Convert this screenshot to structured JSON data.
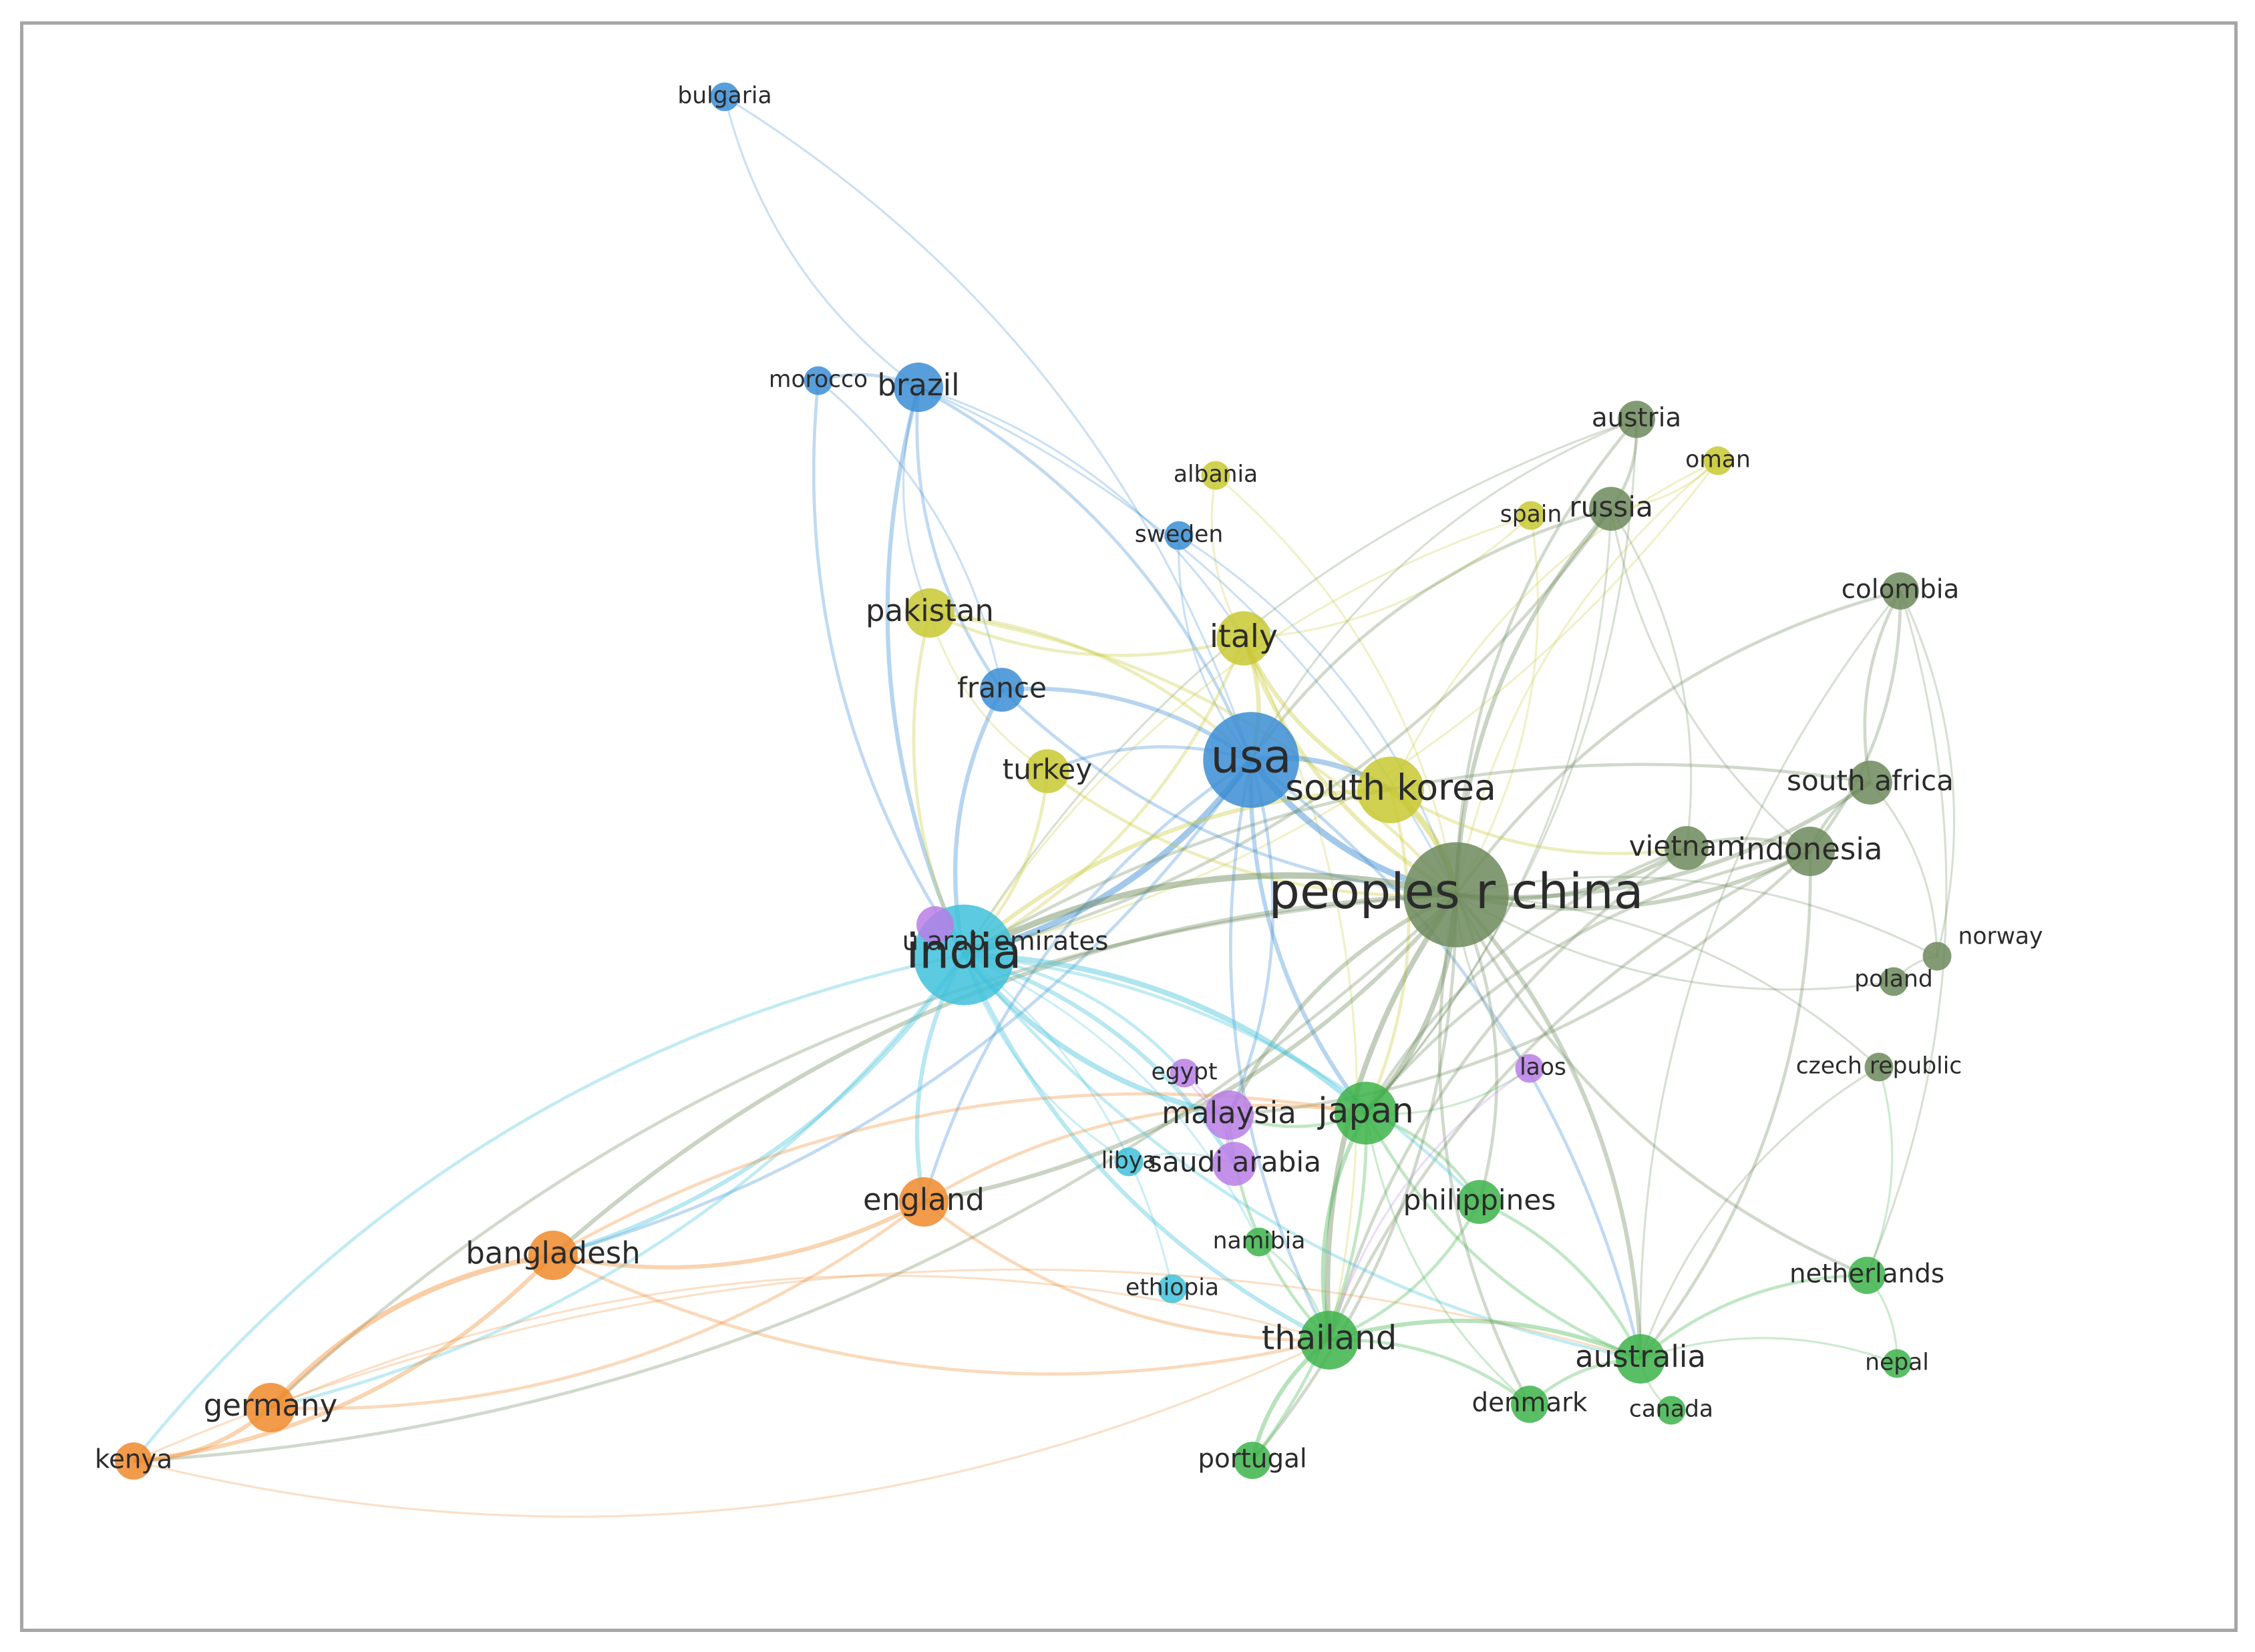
{
  "clusters": {
    "red": "#f08a2c",
    "blue": "#3b8dd3",
    "cyan": "#3fc1da",
    "yellow": "#c8c832",
    "olive": "#6d8a5c",
    "green": "#3db34a",
    "purple": "#b87ee6"
  },
  "nodes": [
    {
      "id": "bulgaria",
      "label": "bulgaria",
      "cluster": "blue",
      "weight": 1
    },
    {
      "id": "morocco",
      "label": "morocco",
      "cluster": "blue",
      "weight": 1
    },
    {
      "id": "brazil",
      "label": "brazil",
      "cluster": "blue",
      "weight": 4
    },
    {
      "id": "albania",
      "label": "albania",
      "cluster": "yellow",
      "weight": 1
    },
    {
      "id": "sweden",
      "label": "sweden",
      "cluster": "blue",
      "weight": 1
    },
    {
      "id": "austria",
      "label": "austria",
      "cluster": "olive",
      "weight": 2
    },
    {
      "id": "oman",
      "label": "oman",
      "cluster": "yellow",
      "weight": 1
    },
    {
      "id": "spain",
      "label": "spain",
      "cluster": "yellow",
      "weight": 1
    },
    {
      "id": "russia",
      "label": "russia",
      "cluster": "olive",
      "weight": 3
    },
    {
      "id": "colombia",
      "label": "colombia",
      "cluster": "olive",
      "weight": 2
    },
    {
      "id": "pakistan",
      "label": "pakistan",
      "cluster": "yellow",
      "weight": 4
    },
    {
      "id": "italy",
      "label": "italy",
      "cluster": "yellow",
      "weight": 5
    },
    {
      "id": "france",
      "label": "france",
      "cluster": "blue",
      "weight": 3
    },
    {
      "id": "usa",
      "label": "usa",
      "cluster": "blue",
      "weight": 18
    },
    {
      "id": "turkey",
      "label": "turkey",
      "cluster": "yellow",
      "weight": 3
    },
    {
      "id": "south_korea",
      "label": "south korea",
      "cluster": "yellow",
      "weight": 8
    },
    {
      "id": "south_africa",
      "label": "south africa",
      "cluster": "olive",
      "weight": 3
    },
    {
      "id": "vietnam",
      "label": "vietnam",
      "cluster": "olive",
      "weight": 3
    },
    {
      "id": "indonesia",
      "label": "indonesia",
      "cluster": "olive",
      "weight": 4
    },
    {
      "id": "china",
      "label": "peoples r china",
      "cluster": "olive",
      "weight": 22
    },
    {
      "id": "norway",
      "label": "norway",
      "cluster": "olive",
      "weight": 1
    },
    {
      "id": "india",
      "label": "india",
      "cluster": "cyan",
      "weight": 20
    },
    {
      "id": "uae",
      "label": "u arab emirates",
      "cluster": "purple",
      "weight": 2
    },
    {
      "id": "poland",
      "label": "poland",
      "cluster": "olive",
      "weight": 1
    },
    {
      "id": "laos",
      "label": "laos",
      "cluster": "purple",
      "weight": 1
    },
    {
      "id": "czech",
      "label": "czech republic",
      "cluster": "olive",
      "weight": 1
    },
    {
      "id": "egypt",
      "label": "egypt",
      "cluster": "purple",
      "weight": 1
    },
    {
      "id": "malaysia",
      "label": "malaysia",
      "cluster": "purple",
      "weight": 4
    },
    {
      "id": "japan",
      "label": "japan",
      "cluster": "green",
      "weight": 7
    },
    {
      "id": "libya",
      "label": "libya",
      "cluster": "cyan",
      "weight": 1
    },
    {
      "id": "saudi",
      "label": "saudi arabia",
      "cluster": "purple",
      "weight": 3
    },
    {
      "id": "england",
      "label": "england",
      "cluster": "red",
      "weight": 4
    },
    {
      "id": "philippines",
      "label": "philippines",
      "cluster": "green",
      "weight": 3
    },
    {
      "id": "bangladesh",
      "label": "bangladesh",
      "cluster": "red",
      "weight": 4
    },
    {
      "id": "namibia",
      "label": "namibia",
      "cluster": "green",
      "weight": 1
    },
    {
      "id": "ethiopia",
      "label": "ethiopia",
      "cluster": "cyan",
      "weight": 1
    },
    {
      "id": "netherlands",
      "label": "netherlands",
      "cluster": "green",
      "weight": 2
    },
    {
      "id": "thailand",
      "label": "thailand",
      "cluster": "green",
      "weight": 6
    },
    {
      "id": "australia",
      "label": "australia",
      "cluster": "green",
      "weight": 4
    },
    {
      "id": "germany",
      "label": "germany",
      "cluster": "red",
      "weight": 4
    },
    {
      "id": "denmark",
      "label": "denmark",
      "cluster": "green",
      "weight": 2
    },
    {
      "id": "nepal",
      "label": "nepal",
      "cluster": "green",
      "weight": 1
    },
    {
      "id": "canada",
      "label": "canada",
      "cluster": "green",
      "weight": 1
    },
    {
      "id": "kenya",
      "label": "kenya",
      "cluster": "red",
      "weight": 2
    },
    {
      "id": "portugal",
      "label": "portugal",
      "cluster": "green",
      "weight": 2
    }
  ],
  "edges": [
    [
      "bulgaria",
      "usa",
      1
    ],
    [
      "bulgaria",
      "brazil",
      1
    ],
    [
      "morocco",
      "brazil",
      2
    ],
    [
      "morocco",
      "india",
      2
    ],
    [
      "morocco",
      "france",
      1
    ],
    [
      "brazil",
      "india",
      3
    ],
    [
      "brazil",
      "usa",
      2
    ],
    [
      "brazil",
      "france",
      2
    ],
    [
      "brazil",
      "china",
      1
    ],
    [
      "brazil",
      "pakistan",
      1
    ],
    [
      "brazil",
      "italy",
      1
    ],
    [
      "albania",
      "italy",
      1
    ],
    [
      "albania",
      "china",
      1
    ],
    [
      "sweden",
      "usa",
      1
    ],
    [
      "sweden",
      "china",
      1
    ],
    [
      "austria",
      "china",
      2
    ],
    [
      "austria",
      "russia",
      2
    ],
    [
      "austria",
      "india",
      1
    ],
    [
      "austria",
      "japan",
      1
    ],
    [
      "austria",
      "usa",
      1
    ],
    [
      "oman",
      "russia",
      1
    ],
    [
      "oman",
      "china",
      1
    ],
    [
      "oman",
      "india",
      1
    ],
    [
      "oman",
      "south_korea",
      1
    ],
    [
      "spain",
      "china",
      1
    ],
    [
      "spain",
      "india",
      1
    ],
    [
      "spain",
      "italy",
      1
    ],
    [
      "russia",
      "china",
      3
    ],
    [
      "russia",
      "india",
      2
    ],
    [
      "russia",
      "usa",
      2
    ],
    [
      "russia",
      "vietnam",
      1
    ],
    [
      "russia",
      "indonesia",
      1
    ],
    [
      "russia",
      "japan",
      1
    ],
    [
      "colombia",
      "china",
      2
    ],
    [
      "colombia",
      "indonesia",
      2
    ],
    [
      "colombia",
      "south_africa",
      2
    ],
    [
      "colombia",
      "norway",
      1
    ],
    [
      "colombia",
      "australia",
      1
    ],
    [
      "colombia",
      "netherlands",
      1
    ],
    [
      "pakistan",
      "india",
      2
    ],
    [
      "pakistan",
      "china",
      2
    ],
    [
      "pakistan",
      "italy",
      2
    ],
    [
      "pakistan",
      "usa",
      2
    ],
    [
      "pakistan",
      "turkey",
      1
    ],
    [
      "italy",
      "usa",
      3
    ],
    [
      "italy",
      "china",
      3
    ],
    [
      "italy",
      "india",
      2
    ],
    [
      "italy",
      "south_korea",
      3
    ],
    [
      "italy",
      "thailand",
      1
    ],
    [
      "france",
      "india",
      3
    ],
    [
      "france",
      "usa",
      3
    ],
    [
      "france",
      "china",
      2
    ],
    [
      "usa",
      "india",
      5
    ],
    [
      "usa",
      "china",
      5
    ],
    [
      "usa",
      "south_korea",
      4
    ],
    [
      "usa",
      "japan",
      3
    ],
    [
      "usa",
      "malaysia",
      2
    ],
    [
      "usa",
      "thailand",
      2
    ],
    [
      "usa",
      "australia",
      2
    ],
    [
      "usa",
      "turkey",
      2
    ],
    [
      "usa",
      "bangladesh",
      2
    ],
    [
      "usa",
      "england",
      2
    ],
    [
      "turkey",
      "india",
      2
    ],
    [
      "turkey",
      "china",
      2
    ],
    [
      "south_korea",
      "china",
      5
    ],
    [
      "south_korea",
      "india",
      3
    ],
    [
      "south_korea",
      "japan",
      2
    ],
    [
      "south_korea",
      "vietnam",
      2
    ],
    [
      "south_africa",
      "china",
      3
    ],
    [
      "south_africa",
      "indonesia",
      2
    ],
    [
      "south_africa",
      "norway",
      1
    ],
    [
      "south_africa",
      "india",
      2
    ],
    [
      "vietnam",
      "china",
      3
    ],
    [
      "vietnam",
      "japan",
      2
    ],
    [
      "vietnam",
      "indonesia",
      2
    ],
    [
      "vietnam",
      "thailand",
      2
    ],
    [
      "indonesia",
      "china",
      3
    ],
    [
      "indonesia",
      "japan",
      2
    ],
    [
      "indonesia",
      "malaysia",
      2
    ],
    [
      "indonesia",
      "thailand",
      2
    ],
    [
      "indonesia",
      "australia",
      2
    ],
    [
      "china",
      "india",
      5
    ],
    [
      "china",
      "japan",
      4
    ],
    [
      "china",
      "thailand",
      4
    ],
    [
      "china",
      "australia",
      3
    ],
    [
      "china",
      "malaysia",
      3
    ],
    [
      "china",
      "philippines",
      2
    ],
    [
      "china",
      "netherlands",
      2
    ],
    [
      "china",
      "norway",
      1
    ],
    [
      "china",
      "poland",
      1
    ],
    [
      "china",
      "czech",
      1
    ],
    [
      "china",
      "bangladesh",
      3
    ],
    [
      "china",
      "england",
      3
    ],
    [
      "china",
      "germany",
      2
    ],
    [
      "china",
      "kenya",
      2
    ],
    [
      "china",
      "denmark",
      2
    ],
    [
      "china",
      "portugal",
      2
    ],
    [
      "china",
      "laos",
      1
    ],
    [
      "india",
      "japan",
      4
    ],
    [
      "india",
      "malaysia",
      4
    ],
    [
      "india",
      "saudi",
      3
    ],
    [
      "india",
      "thailand",
      3
    ],
    [
      "india",
      "bangladesh",
      3
    ],
    [
      "india",
      "england",
      3
    ],
    [
      "india",
      "germany",
      2
    ],
    [
      "india",
      "kenya",
      2
    ],
    [
      "india",
      "egypt",
      2
    ],
    [
      "india",
      "libya",
      1
    ],
    [
      "india",
      "ethiopia",
      1
    ],
    [
      "india",
      "uae",
      2
    ],
    [
      "india",
      "philippines",
      2
    ],
    [
      "india",
      "australia",
      2
    ],
    [
      "india",
      "namibia",
      1
    ],
    [
      "japan",
      "thailand",
      3
    ],
    [
      "japan",
      "philippines",
      2
    ],
    [
      "japan",
      "australia",
      2
    ],
    [
      "japan",
      "malaysia",
      2
    ],
    [
      "japan",
      "laos",
      1
    ],
    [
      "japan",
      "portugal",
      2
    ],
    [
      "japan",
      "denmark",
      1
    ],
    [
      "thailand",
      "australia",
      3
    ],
    [
      "thailand",
      "portugal",
      3
    ],
    [
      "thailand",
      "denmark",
      2
    ],
    [
      "thailand",
      "philippines",
      2
    ],
    [
      "thailand",
      "malaysia",
      2
    ],
    [
      "thailand",
      "namibia",
      1
    ],
    [
      "australia",
      "netherlands",
      2
    ],
    [
      "australia",
      "canada",
      1
    ],
    [
      "australia",
      "nepal",
      1
    ],
    [
      "australia",
      "denmark",
      2
    ],
    [
      "netherlands",
      "nepal",
      1
    ],
    [
      "netherlands",
      "czech",
      1
    ],
    [
      "philippines",
      "australia",
      2
    ],
    [
      "bangladesh",
      "germany",
      4
    ],
    [
      "bangladesh",
      "kenya",
      3
    ],
    [
      "bangladesh",
      "england",
      3
    ],
    [
      "bangladesh",
      "japan",
      2
    ],
    [
      "bangladesh",
      "thailand",
      2
    ],
    [
      "germany",
      "kenya",
      3
    ],
    [
      "germany",
      "england",
      2
    ],
    [
      "germany",
      "thailand",
      1
    ],
    [
      "kenya",
      "thailand",
      1
    ],
    [
      "kenya",
      "australia",
      1
    ],
    [
      "england",
      "thailand",
      2
    ],
    [
      "england",
      "japan",
      2
    ],
    [
      "malaysia",
      "saudi",
      2
    ],
    [
      "egypt",
      "saudi",
      1
    ],
    [
      "egypt",
      "malaysia",
      1
    ],
    [
      "libya",
      "saudi",
      1
    ],
    [
      "laos",
      "thailand",
      1
    ],
    [
      "poland",
      "norway",
      1
    ],
    [
      "czech",
      "australia",
      1
    ]
  ]
}
